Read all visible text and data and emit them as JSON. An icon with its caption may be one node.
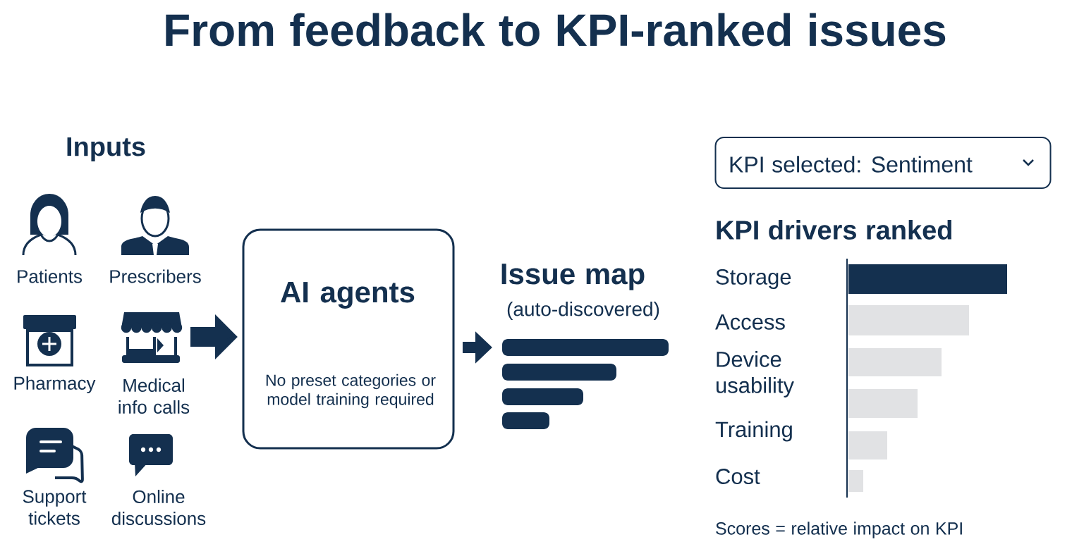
{
  "diagram": {
    "title": "From feedback to KPI-ranked issues",
    "nodes": [
      {
        "text": [
          "AI agents",
          "No preset categories or model training required"
        ]
      },
      {
        "text": [
          "Issue map",
          "(auto-discovered)"
        ]
      },
      {
        "text": [
          "KPI selected:  Sentiment"
        ]
      }
    ],
    "edges": [
      {
        "from": null,
        "to": 0,
        "arrow": "to"
      },
      {
        "from": 0,
        "to": 1,
        "arrow": "to"
      }
    ],
    "labels": [
      "Inputs",
      "Patients",
      "Prescribers",
      "Pharmacy",
      "Medical info calls",
      "Support tickets",
      "Online discussions",
      "KPI drivers ranked",
      "Storage",
      "Access",
      "Device usability",
      "Training",
      "Cost",
      "Scores = relative impact on KPI"
    ]
  }
}
